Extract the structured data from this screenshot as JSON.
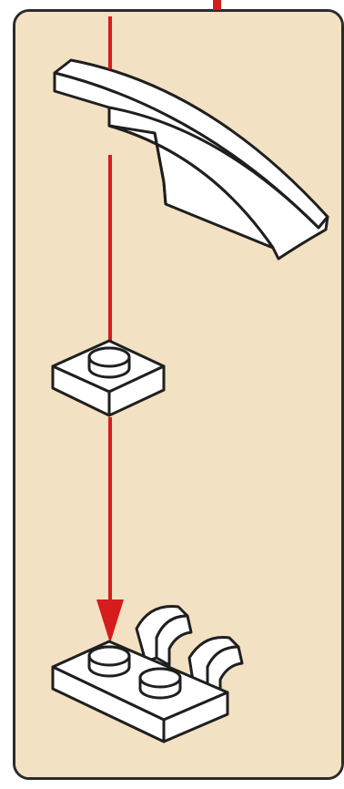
{
  "colors": {
    "panel_background": "#f2e1c2",
    "panel_border": "#2b2b2b",
    "arrow": "#d61c1c",
    "part_fill": "#ffffff",
    "part_outline": "#1f1f1f"
  },
  "parts": [
    {
      "name": "curved-slope-brick",
      "color": "white"
    },
    {
      "name": "plate-1x1",
      "color": "white"
    },
    {
      "name": "plate-1x2-with-clips",
      "color": "white"
    }
  ],
  "assembly_arrow": {
    "direction": "down"
  }
}
